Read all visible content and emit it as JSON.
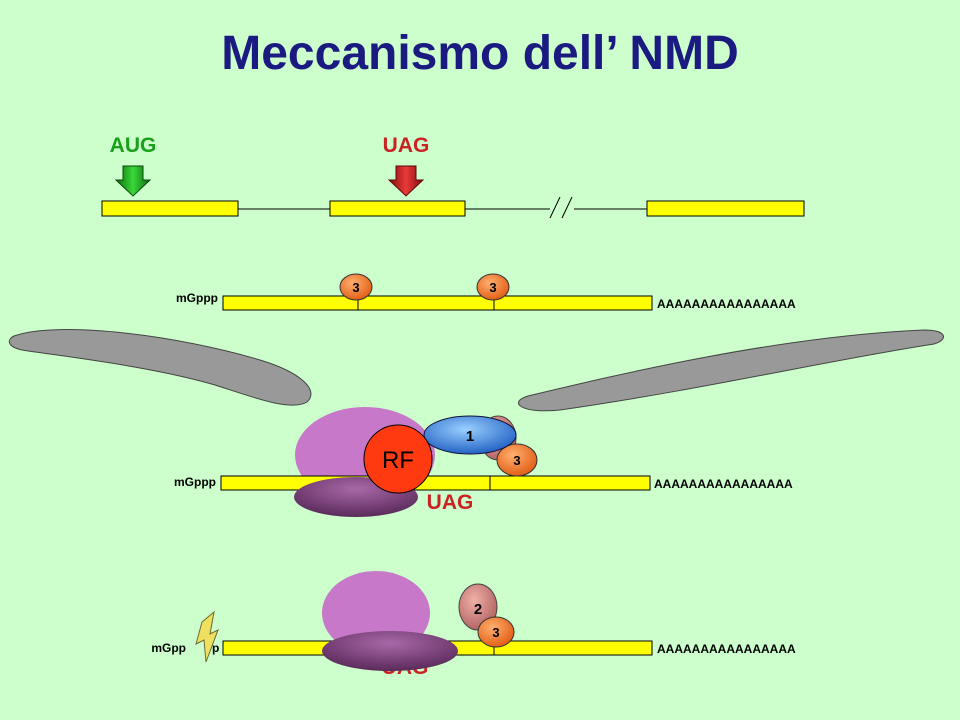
{
  "title": "Meccanismo dell’ NMD",
  "gene": {
    "start_codon": "AUG",
    "stop_codon": "UAG"
  },
  "mrna_1": {
    "cap": "mGppp",
    "polyA": "AAAAAAAAAAAAAAAA",
    "ejc_labels": [
      "3",
      "3"
    ]
  },
  "mrna_2": {
    "cap": "mGppp",
    "polyA": "AAAAAAAAAAAAAAAA",
    "release_factor": "RF",
    "protein_1": "1",
    "protein_3": "3",
    "stop_codon": "UAG"
  },
  "mrna_3": {
    "cap_left": "mGpp",
    "cap_right": "p",
    "polyA": "AAAAAAAAAAAAAAAA",
    "protein_2": "2",
    "protein_3": "3",
    "stop_codon": "UAG"
  },
  "colors": {
    "background": "#ccffcc",
    "title": "#1a1a80",
    "exon": "#ffff00",
    "aug": "#1aa01a",
    "uag": "#cc2222",
    "ejc": "#f07a30",
    "ribosome": "#c878c8",
    "ribosome_small": "#8a4a8a",
    "rf": "#ff3a10",
    "upf1": "#3a7ad8",
    "upf2": "#c87878",
    "membrane": "#999999",
    "bolt": "#f0e060"
  },
  "icons": {
    "start_arrow": "green-down-arrow-icon",
    "stop_arrow": "red-down-arrow-icon",
    "decapping": "lightning-bolt-icon"
  }
}
